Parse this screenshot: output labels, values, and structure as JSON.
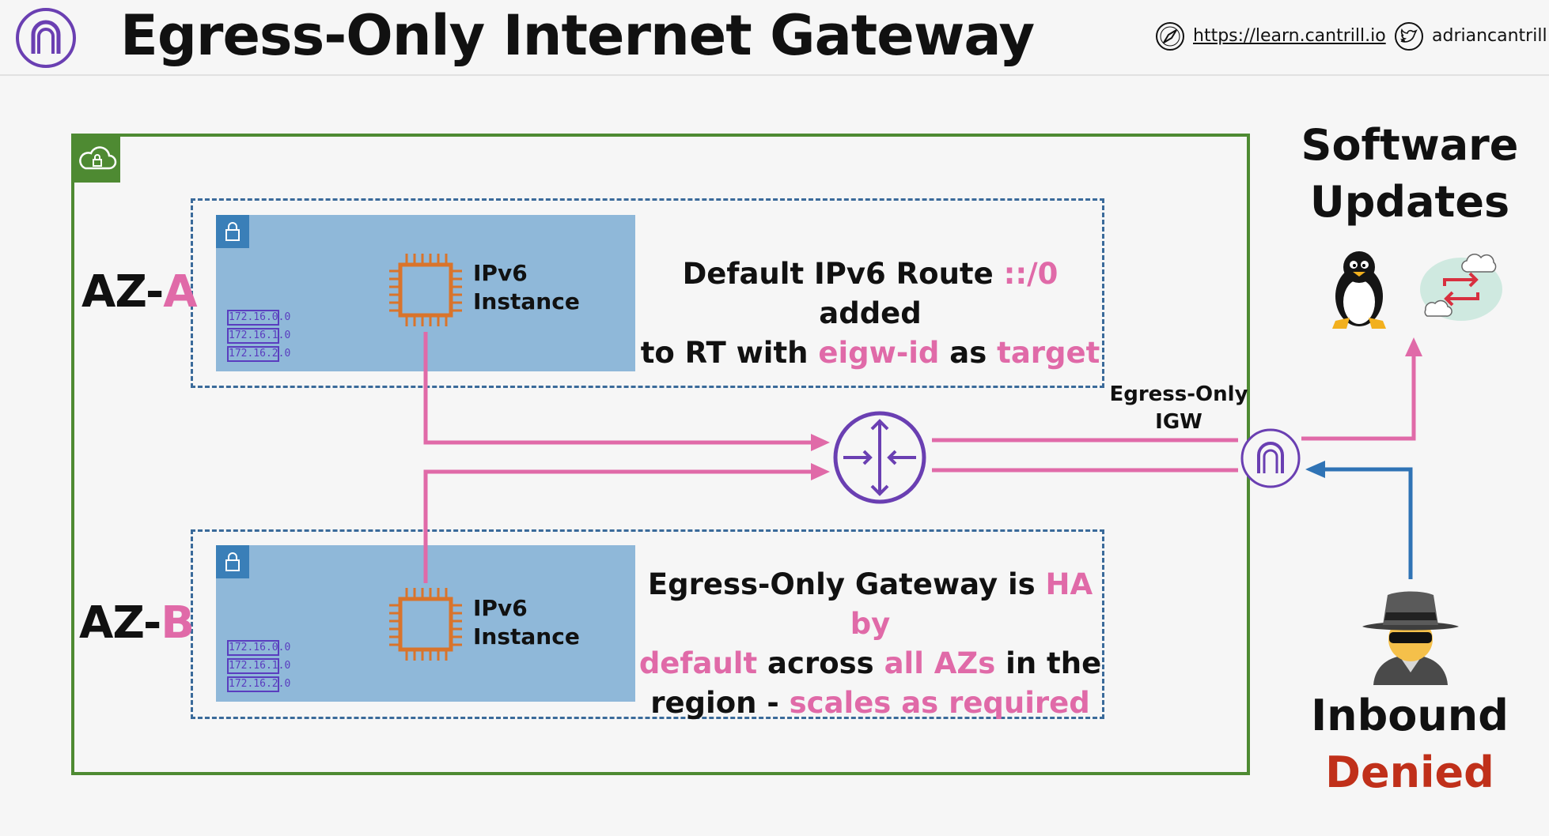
{
  "header": {
    "title": "Egress-Only Internet Gateway",
    "url": "https://learn.cantrill.io",
    "twitter": "adriancantrill"
  },
  "az_a": {
    "label_prefix": "AZ-",
    "label_letter": "A",
    "instance_label": "IPv6",
    "instance_label2": "Instance",
    "cidrs": [
      "172.16.0.0",
      "172.16.1.0",
      "172.16.2.0"
    ],
    "note": {
      "p1": "Default IPv6 Route ",
      "p2": "::/0",
      "p3": " added",
      "p4": "to RT with ",
      "p5": "eigw-id",
      "p6": " as ",
      "p7": "target"
    }
  },
  "az_b": {
    "label_prefix": "AZ-",
    "label_letter": "B",
    "instance_label": "IPv6",
    "instance_label2": "Instance",
    "cidrs": [
      "172.16.0.0",
      "172.16.1.0",
      "172.16.2.0"
    ],
    "note": {
      "p1": "Egress-Only Gateway is ",
      "p2": "HA by",
      "p3": "default",
      "p4": " across ",
      "p5": "all AZs",
      "p6": " in the",
      "p7": "region - ",
      "p8": "scales as required"
    }
  },
  "igw": {
    "label1": "Egress-Only",
    "label2": "IGW"
  },
  "software": {
    "line1": "Software",
    "line2": "Updates"
  },
  "inbound": {
    "line1": "Inbound",
    "line2": "Denied"
  },
  "colors": {
    "pink": "#e06aa8",
    "blue": "#2f73b5",
    "purple": "#5a3dbf",
    "vpc_green": "#4e8a32",
    "subnet_blue": "#8fb8d9",
    "denied_red": "#c0301a",
    "chip_orange": "#d9742b"
  }
}
